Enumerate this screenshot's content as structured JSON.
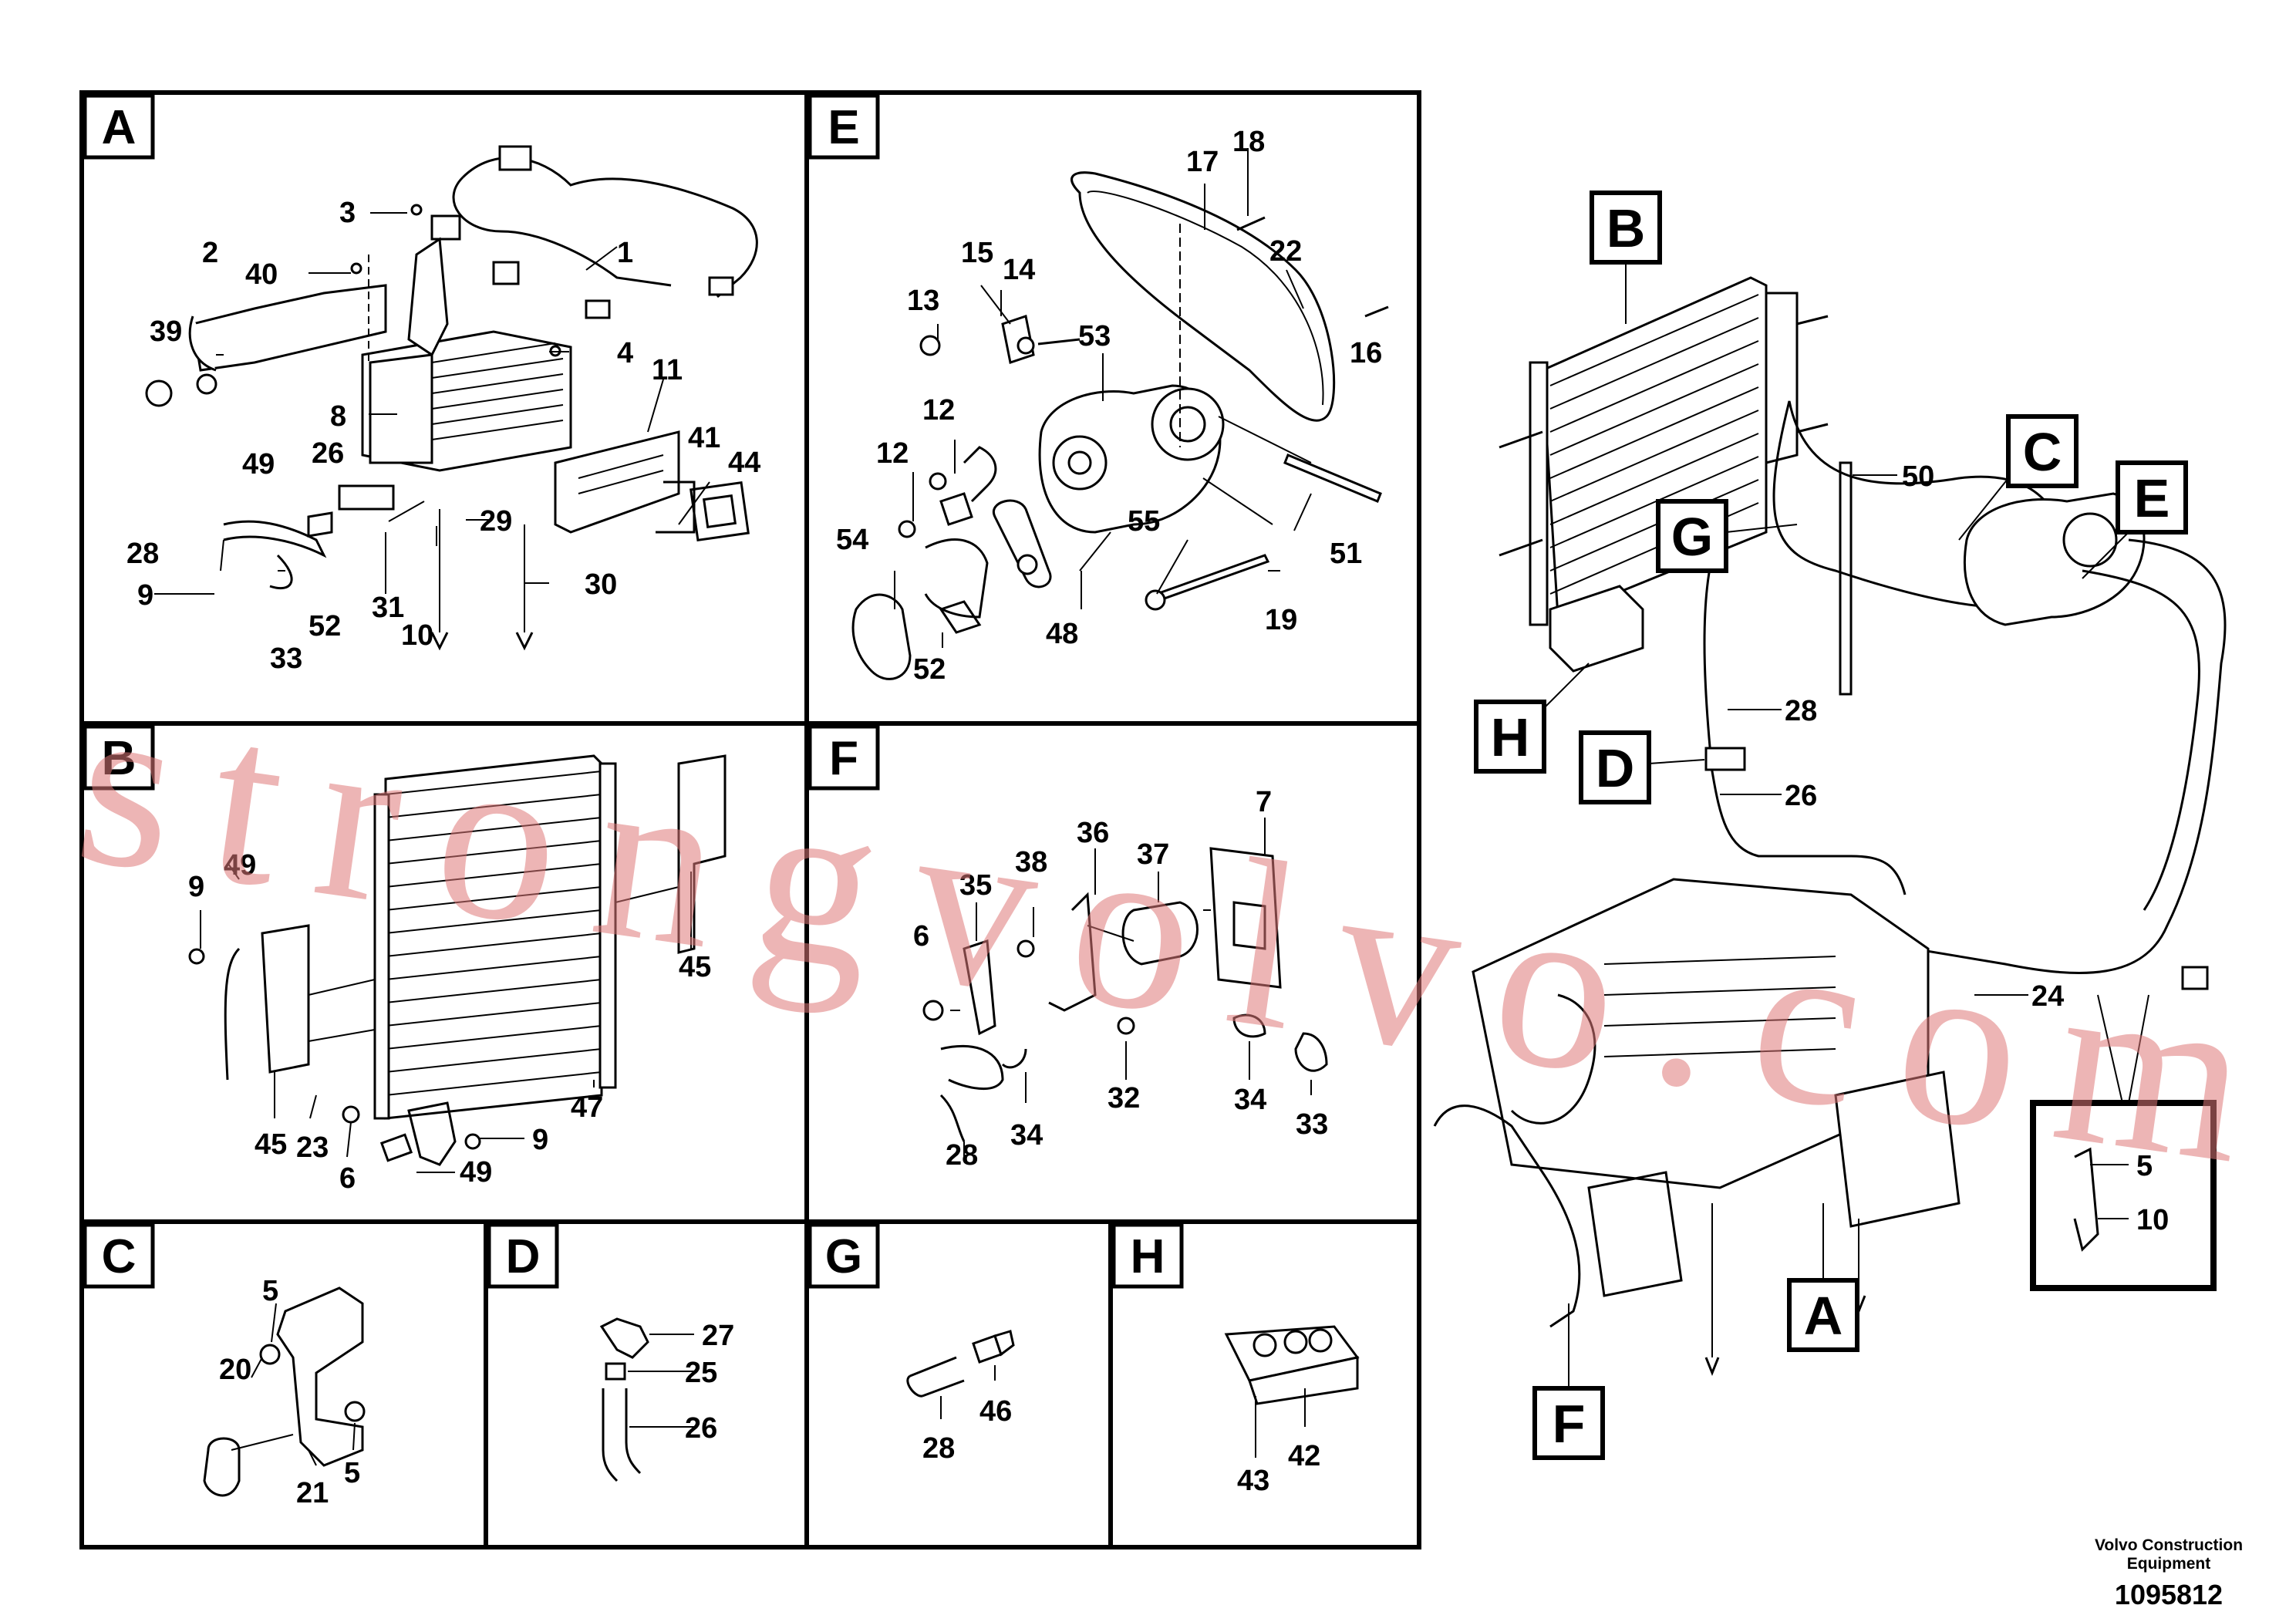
{
  "panels": {
    "A": {
      "letter": "A",
      "callouts": [
        "1",
        "2",
        "3",
        "4",
        "8",
        "9",
        "10",
        "11",
        "26",
        "28",
        "29",
        "30",
        "31",
        "33",
        "39",
        "40",
        "41",
        "44",
        "49",
        "52"
      ]
    },
    "E": {
      "letter": "E",
      "callouts": [
        "12",
        "12",
        "13",
        "14",
        "15",
        "16",
        "17",
        "18",
        "19",
        "22",
        "48",
        "51",
        "52",
        "53",
        "54",
        "55"
      ]
    },
    "B": {
      "letter": "B",
      "callouts": [
        "9",
        "49",
        "45",
        "45",
        "23",
        "6",
        "47",
        "9",
        "49"
      ]
    },
    "F": {
      "letter": "F",
      "callouts": [
        "7",
        "36",
        "37",
        "35",
        "38",
        "6",
        "32",
        "34",
        "34",
        "33",
        "28"
      ]
    },
    "C": {
      "letter": "C",
      "callouts": [
        "5",
        "20",
        "21",
        "5"
      ]
    },
    "D": {
      "letter": "D",
      "callouts": [
        "27",
        "25",
        "26"
      ]
    },
    "G": {
      "letter": "G",
      "callouts": [
        "46",
        "28"
      ]
    },
    "H": {
      "letter": "H",
      "callouts": [
        "42",
        "43"
      ]
    }
  },
  "overview": {
    "labels": [
      "B",
      "C",
      "E",
      "G",
      "H",
      "D",
      "A",
      "F"
    ],
    "callouts": [
      "50",
      "28",
      "26",
      "24",
      "5",
      "10"
    ]
  },
  "watermark": "strongvolvo.com",
  "footer": {
    "company": "Volvo Construction",
    "company2": "Equipment",
    "part_number": "1095812"
  }
}
